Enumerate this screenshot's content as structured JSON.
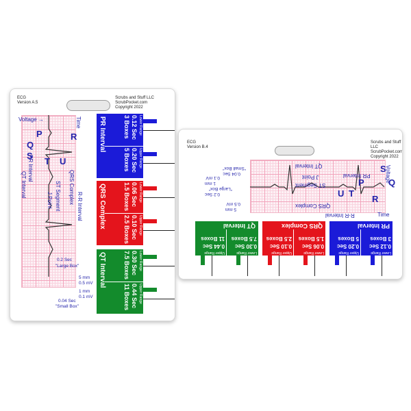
{
  "brand": {
    "company": "Scrubs and Stuff LLC",
    "site": "ScrubPocket.com",
    "copyright": "Copyright 2022"
  },
  "colors": {
    "pr": "#1b1bd8",
    "qrs": "#e4141c",
    "qt": "#138b2c",
    "grid": "#f2a3bb",
    "wave": "#333333",
    "label": "#2222aa"
  },
  "vertical_card": {
    "title": "ECG",
    "version": "Version A.5",
    "labels": {
      "voltage": "Voltage",
      "time": "Time",
      "p": "P",
      "q": "Q",
      "r": "R",
      "s": "S",
      "t": "T",
      "u": "U",
      "pr_interval": "PR Interval",
      "qrs_complex": "QRS Complex",
      "st_segment": "ST Segment",
      "j_point": "J Point",
      "qt_interval": "QT Interval",
      "rr_interval": "R-R Interval",
      "sec_02": "0.2 Sec",
      "large_box": "\"Large Box\"",
      "mm_5": "5 mm",
      "mv_05": "0.5 mV",
      "mm_1": "1 mm",
      "mv_01": "0.1 mV",
      "sec_004": "0.04 Sec",
      "small_box": "\"Small Box\""
    }
  },
  "horizontal_card": {
    "title": "ECG",
    "version": "Version B.4",
    "labels": {
      "voltage": "Voltage",
      "time": "Time",
      "p": "P",
      "q": "Q",
      "r": "R",
      "s": "S",
      "t": "T",
      "u": "U",
      "pr_interval": "PR Interval",
      "qrs_complex": "QRS Complex",
      "st_segment": "ST Segment",
      "j_point": "J Point",
      "qt_interval": "QT Interval",
      "rr_interval": "R-R Interval",
      "sec_02": "0.2 Sec",
      "large_box": "\"Large Box\"",
      "mm_5": "5 mm",
      "mv_05": "0.5 mV",
      "mm_1": "1 mm",
      "mv_01": "0.1 mV",
      "sec_004": "0.04 Sec",
      "small_box": "\"Small Box\""
    }
  },
  "intervals": [
    {
      "name": "PR Interval",
      "lower_label": "Lower Range",
      "upper_label": "Upper Range",
      "lower_sec": "0.12 Sec",
      "upper_sec": "0.20 Sec",
      "lower_boxes": "3 Boxes",
      "upper_boxes": "5 Boxes"
    },
    {
      "name": "QRS Complex",
      "lower_label": "Lower Range",
      "upper_label": "Upper Range",
      "lower_sec": "0.06 Sec",
      "upper_sec": "0.10 Sec",
      "lower_boxes": "1.5 Boxes",
      "upper_boxes": "2.5 Boxes"
    },
    {
      "name": "QT Interval",
      "lower_label": "Lower Range",
      "upper_label": "Upper Range",
      "lower_sec": "0.30 Sec",
      "upper_sec": "0.44 Sec",
      "lower_boxes": "7.5 Boxes",
      "upper_boxes": "11 Boxes"
    }
  ]
}
